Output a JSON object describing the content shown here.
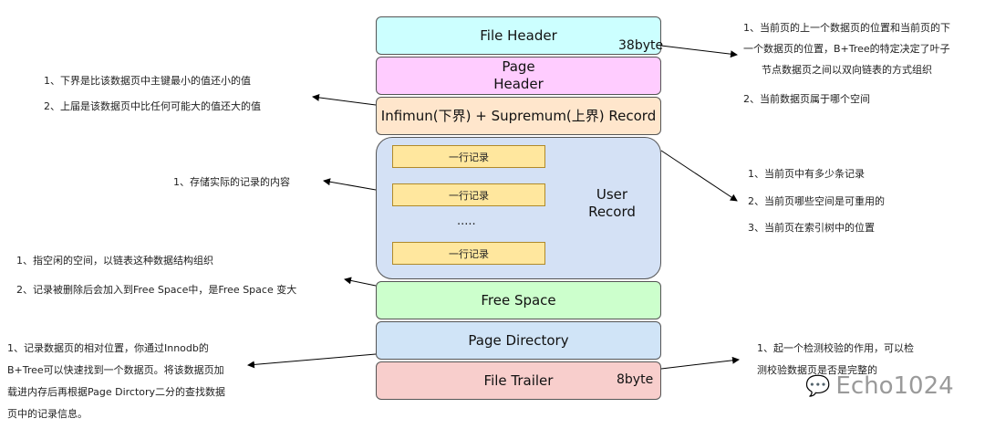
{
  "blocks": {
    "file_header": "File Header",
    "file_header_size": "38byte",
    "page_header_line1": "Page",
    "page_header_line2": "Header",
    "infimum": "Infimun(下界) + Supremum(上界) Record",
    "user_record_line1": "User",
    "user_record_line2": "Record",
    "records": [
      "一行记录",
      "一行记录",
      "一行记录"
    ],
    "ellipsis": ".....",
    "free_space": "Free Space",
    "page_directory": "Page Directory",
    "file_trailer": "File Trailer",
    "file_trailer_size": "8byte"
  },
  "notes": {
    "file_header": [
      "1、当前页的上一个数据页的位置和当前页的下",
      "一个数据页的位置，B+Tree的特定决定了叶子",
      "节点数据页之间以双向链表的方式组织",
      "2、当前数据页属于哪个空间"
    ],
    "infimum": [
      "1、下界是比该数据页中主键最小的值还小的值",
      "2、上届是该数据页中比任何可能大的值还大的值"
    ],
    "user_record": "1、存储实际的记录的内容",
    "page_header": [
      "1、当前页中有多少条记录",
      "2、当前页哪些空间是可重用的",
      "3、当前页在索引树中的位置"
    ],
    "free_space": [
      "1、指空闲的空间，以链表这种数据结构组织",
      "2、记录被删除后会加入到Free Space中，是Free Space 变大"
    ],
    "page_directory": [
      "1、记录数据页的相对位置，你通过Innodb的",
      "B+Tree可以快速找到一个数据页。将该数据页加",
      "载进内存后再根据Page Dirctory二分的查找数据",
      "页中的记录信息。"
    ],
    "file_trailer": [
      "1、起一个检测校验的作用，可以检",
      "测校验数据页是否是完整的"
    ]
  },
  "watermark": "Echo1024",
  "colors": {
    "file_header": "#ccffff",
    "page_header": "#ffccff",
    "infimum": "#ffe6cc",
    "user_record": "#d4e1f5",
    "free_space": "#ccffcc",
    "page_directory": "#d0e4f7",
    "file_trailer": "#f8cecc",
    "record": "#ffe79e"
  }
}
